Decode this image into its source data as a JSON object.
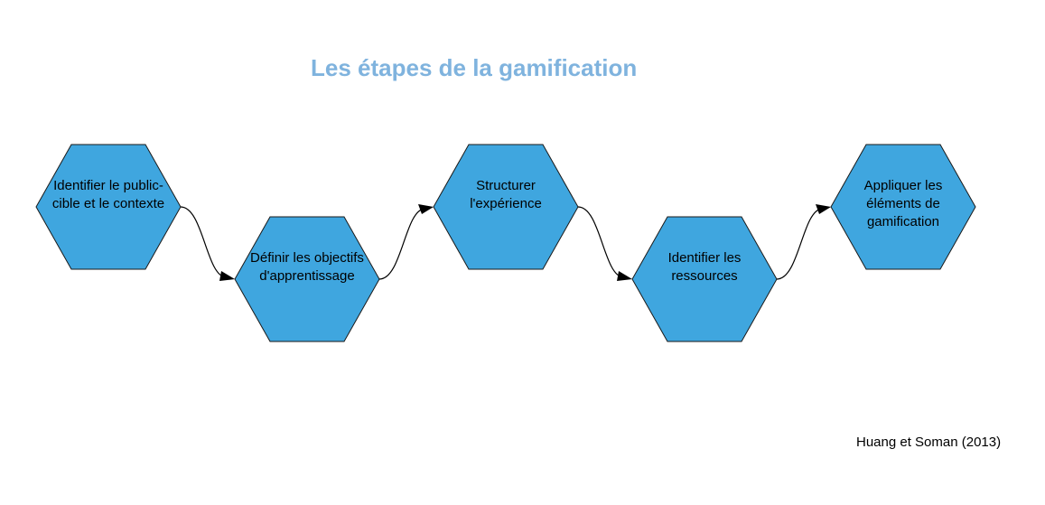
{
  "title": "Les étapes de la gamification",
  "steps": [
    {
      "label": "Identifier le public-cible et le contexte"
    },
    {
      "label": "Définir les objectifs d'apprentissage"
    },
    {
      "label": "Structurer l'expérience"
    },
    {
      "label": "Identifier les ressources"
    },
    {
      "label": "Appliquer les éléments de gamification"
    }
  ],
  "source": "Huang et Soman (2013)",
  "colors": {
    "hexagon_fill": "#3fa6df",
    "title": "#7fb3de"
  }
}
